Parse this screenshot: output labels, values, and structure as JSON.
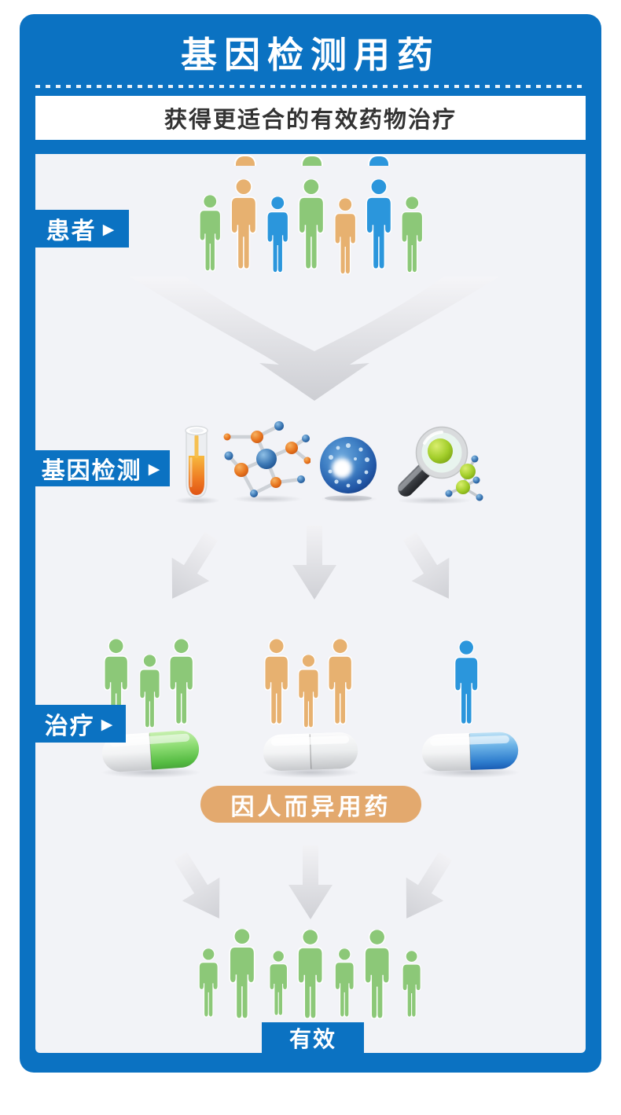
{
  "header": {
    "title": "基因检测用药",
    "subtitle": "获得更适合的有效药物治疗"
  },
  "sections": {
    "patients_label": "患者",
    "gene_testing_label": "基因检测",
    "treatment_label": "治疗",
    "individualized_badge": "因人而异用药",
    "effective_label": "有效"
  },
  "arrow_glyph": "▶",
  "icons": [
    "test-tube-icon",
    "molecule-network-icon",
    "cell-dish-icon",
    "magnifier-molecule-icon",
    "funnel-arrow-icon",
    "down-arrow-icon"
  ],
  "colors": {
    "frame_blue": "#0b72c2",
    "content_bg": "#f2f3f7",
    "person_green": "#8cc878",
    "person_orange": "#e7b170",
    "person_blue": "#2b96dc",
    "badge_orange": "#e3a96e",
    "capsule_green": "#6cc753",
    "capsule_blue": "#2f7fd0",
    "capsule_white": "#eceef0",
    "arrow_gray": "#d3d4d8"
  },
  "groups": {
    "patients_back_row": [
      "orange",
      "green",
      "blue"
    ],
    "patients_row": [
      "green",
      "orange",
      "blue",
      "green",
      "orange",
      "blue",
      "green"
    ],
    "treatment_green_people": [
      "green",
      "green",
      "green"
    ],
    "treatment_orange_people": [
      "orange",
      "orange",
      "orange"
    ],
    "treatment_blue_people": [
      "blue"
    ],
    "effective_row": [
      "green",
      "green",
      "green",
      "green",
      "green",
      "green",
      "green"
    ]
  },
  "capsules": [
    {
      "name": "green-capsule",
      "color": "green"
    },
    {
      "name": "white-capsule",
      "color": "white"
    },
    {
      "name": "blue-capsule",
      "color": "blue"
    }
  ]
}
